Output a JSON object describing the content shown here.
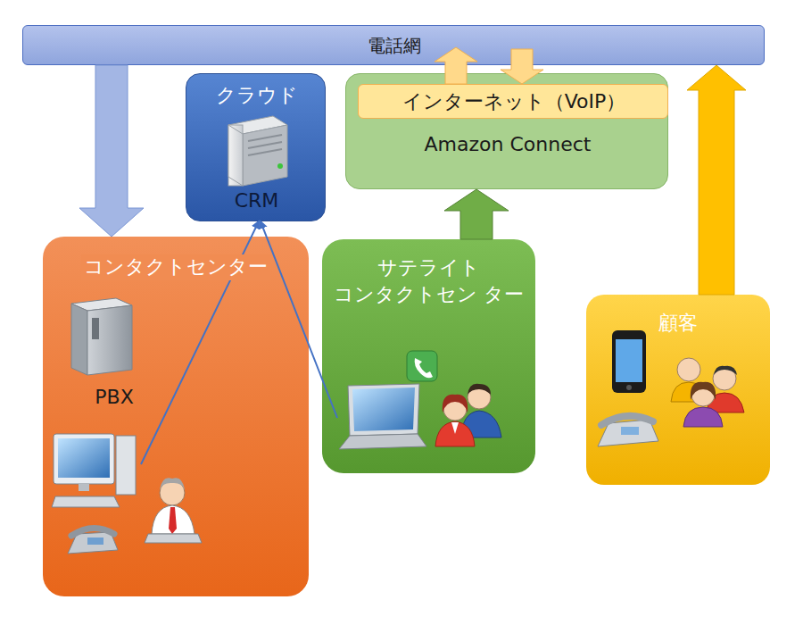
{
  "diagram": {
    "nodes": [
      {
        "text": [
          "電話網"
        ]
      },
      {
        "text": [
          "クラウド",
          "CRM"
        ]
      },
      {
        "text": [
          "Amazon Connect"
        ]
      },
      {
        "text": [
          "インターネット（VoIP）"
        ],
        "in": 2
      },
      {
        "text": [
          "コンタクトセンター",
          "PBX"
        ]
      },
      {
        "text": [
          "サテライト コンタクトセン ター"
        ]
      },
      {
        "text": [
          "顧客"
        ]
      }
    ],
    "edges": [
      {
        "from": 0,
        "to": 4,
        "arrow": "to"
      },
      {
        "from": 3,
        "to": 0,
        "arrow": "to"
      },
      {
        "from": 0,
        "to": 3,
        "arrow": "to"
      },
      {
        "from": 4,
        "to": 1,
        "arrow": "to"
      },
      {
        "from": 5,
        "to": 1,
        "arrow": "to"
      },
      {
        "from": 5,
        "to": 2,
        "arrow": "to"
      },
      {
        "from": 6,
        "to": 0,
        "arrow": "to"
      }
    ]
  }
}
